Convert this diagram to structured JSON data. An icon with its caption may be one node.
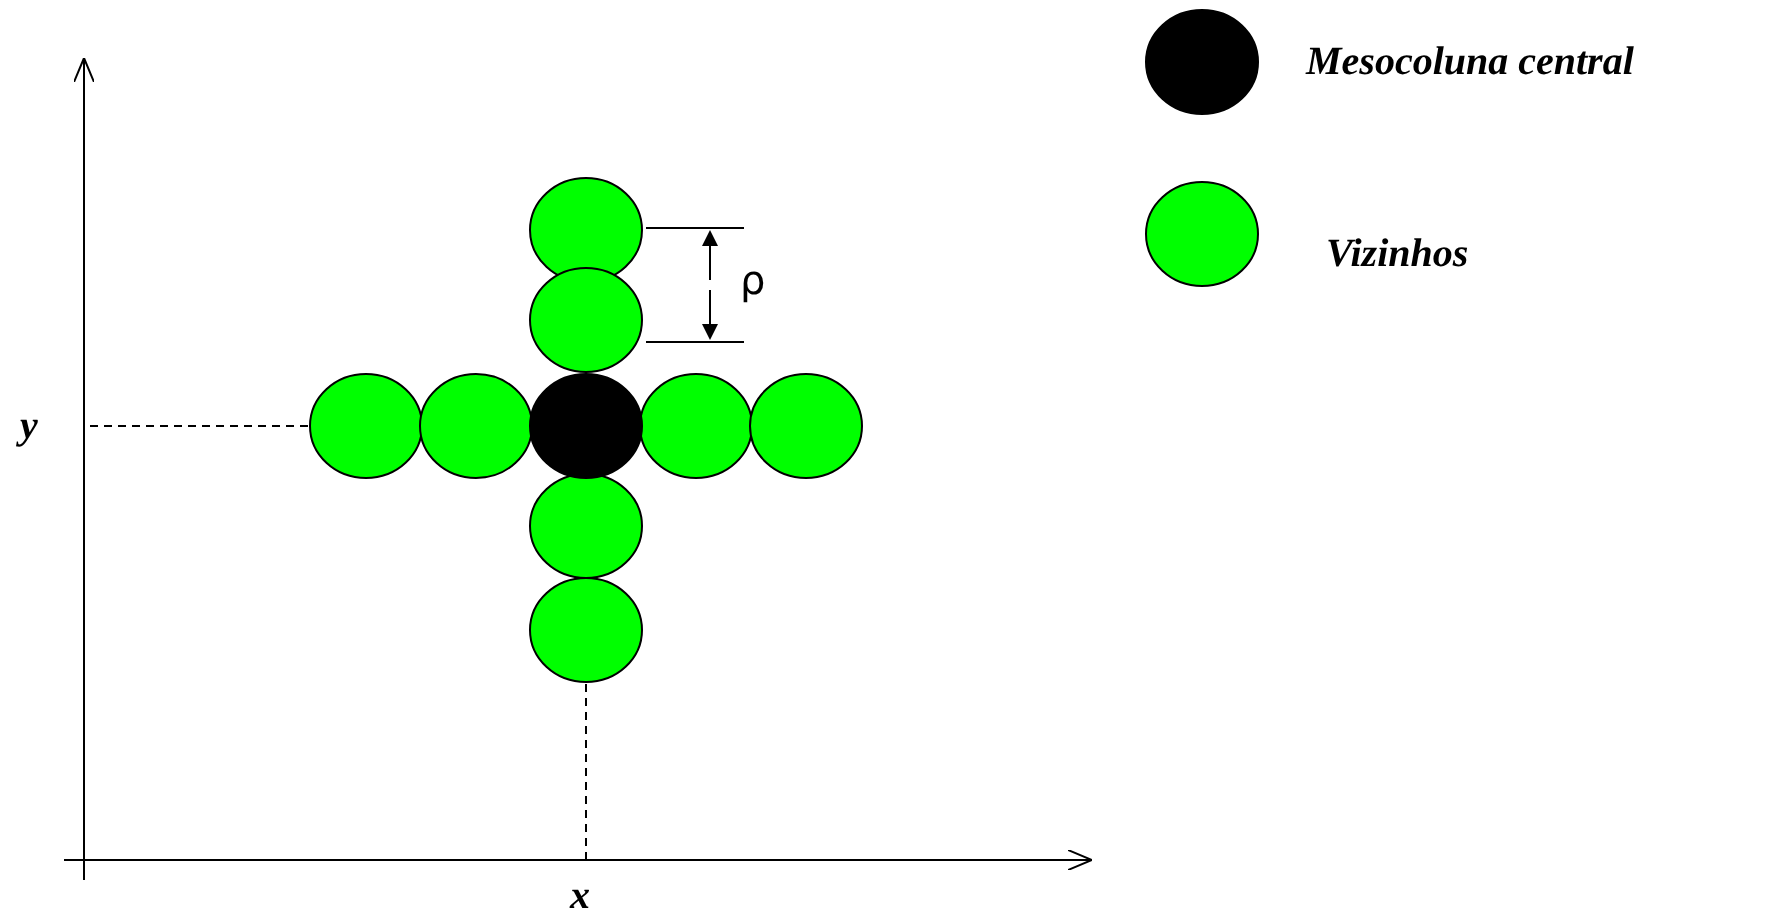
{
  "diagram": {
    "labels": [
      "ρ",
      "y",
      "x"
    ],
    "legend": [
      {
        "text": "Mesocoluna central",
        "color": "#000000"
      },
      {
        "text": "Vizinhos",
        "color": "#00ff00"
      }
    ]
  }
}
